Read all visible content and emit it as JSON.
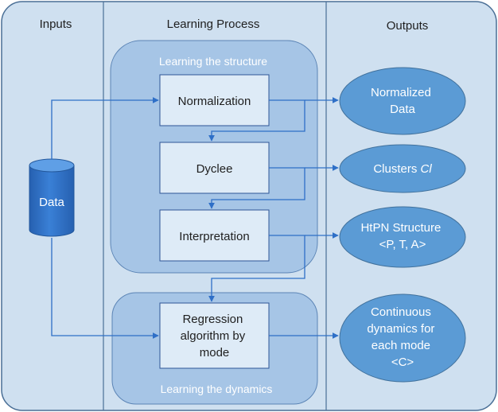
{
  "columns": {
    "inputs": "Inputs",
    "process": "Learning Process",
    "outputs": "Outputs"
  },
  "groups": {
    "structure": "Learning the structure",
    "dynamics": "Learning the dynamics"
  },
  "data_store": "Data",
  "steps": {
    "normalization": "Normalization",
    "dyclee": "Dyclee",
    "interpretation": "Interpretation",
    "regression": [
      "Regression",
      "algorithm by",
      "mode"
    ]
  },
  "outputs": {
    "normalized": [
      "Normalized",
      "Data"
    ],
    "clusters": {
      "prefix": "Clusters ",
      "symbol": "Cl"
    },
    "htpn": [
      "HtPN Structure",
      "<P, T, A>"
    ],
    "continuous": [
      "Continuous",
      "dynamics for",
      "each mode",
      "<C>"
    ]
  },
  "colors": {
    "frame_fill": "#cfe0f0",
    "frame_stroke": "#4a6f96",
    "group_fill": "#a6c5e6",
    "group_stroke": "#5b84b5",
    "box_fill": "#deebf7",
    "box_stroke": "#2f5597",
    "ellipse_fill": "#5b9bd5",
    "ellipse_stroke": "#41719c",
    "cylinder": "#2f6fc4",
    "arrow": "#2e6fc7"
  }
}
